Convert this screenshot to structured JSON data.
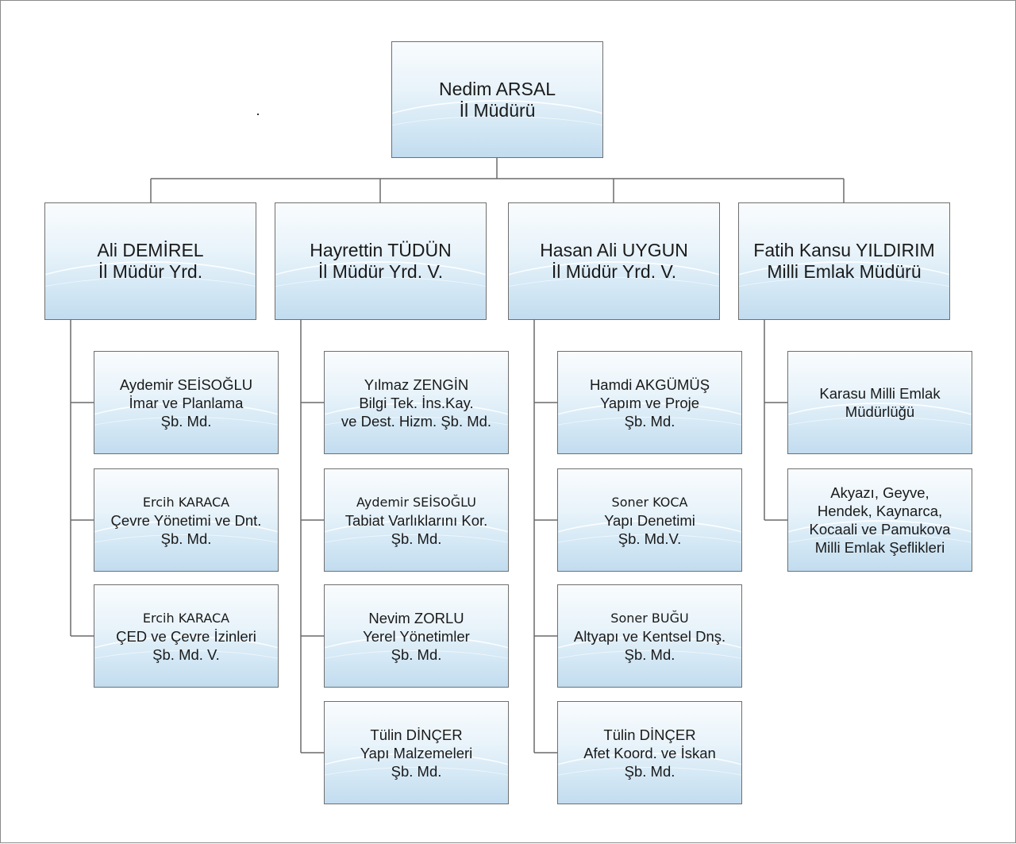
{
  "root": {
    "name": "Nedim ARSAL",
    "title": "İl Müdürü"
  },
  "branches": [
    {
      "name": "Ali DEMİREL",
      "title": "İl Müdür Yrd.",
      "children": [
        {
          "lines": [
            "Aydemir SEİSOĞLU",
            "İmar ve Planlama",
            "Şb. Md."
          ]
        },
        {
          "lines": [
            "Ercih KARACA",
            "Çevre Yönetimi ve Dnt.",
            "Şb. Md."
          ]
        },
        {
          "lines": [
            "Ercih KARACA",
            "ÇED ve Çevre İzinleri",
            "Şb. Md. V."
          ]
        }
      ]
    },
    {
      "name": "Hayrettin TÜDÜN",
      "title": "İl Müdür Yrd. V.",
      "children": [
        {
          "lines": [
            "Yılmaz ZENGİN",
            "Bilgi Tek. İns.Kay.",
            "ve Dest. Hizm. Şb. Md."
          ]
        },
        {
          "lines": [
            "Aydemir SEİSOĞLU",
            "Tabiat Varlıklarını Kor.",
            "Şb. Md."
          ]
        },
        {
          "lines": [
            "Nevim ZORLU",
            "Yerel Yönetimler",
            "Şb. Md."
          ]
        },
        {
          "lines": [
            "Tülin DİNÇER",
            "Yapı Malzemeleri",
            "Şb. Md."
          ]
        }
      ]
    },
    {
      "name": "Hasan Ali UYGUN",
      "title": "İl Müdür Yrd. V.",
      "children": [
        {
          "lines": [
            "Hamdi AKGÜMÜŞ",
            "Yapım ve Proje",
            "Şb. Md."
          ]
        },
        {
          "lines": [
            "Soner KOCA",
            "Yapı Denetimi",
            "Şb. Md.V."
          ]
        },
        {
          "lines": [
            "Soner BUĞU",
            "Altyapı ve Kentsel Dnş.",
            "Şb. Md."
          ]
        },
        {
          "lines": [
            "Tülin DİNÇER",
            "Afet Koord. ve İskan",
            "Şb. Md."
          ]
        }
      ]
    },
    {
      "name": "Fatih Kansu YILDIRIM",
      "title": "Milli Emlak Müdürü",
      "children": [
        {
          "lines": [
            "Karasu Milli Emlak",
            "Müdürlüğü"
          ]
        },
        {
          "lines": [
            "Akyazı, Geyve,",
            "Hendek, Kaynarca,",
            "Kocaali ve Pamukova",
            "Milli Emlak Şeflikleri"
          ]
        }
      ]
    }
  ]
}
